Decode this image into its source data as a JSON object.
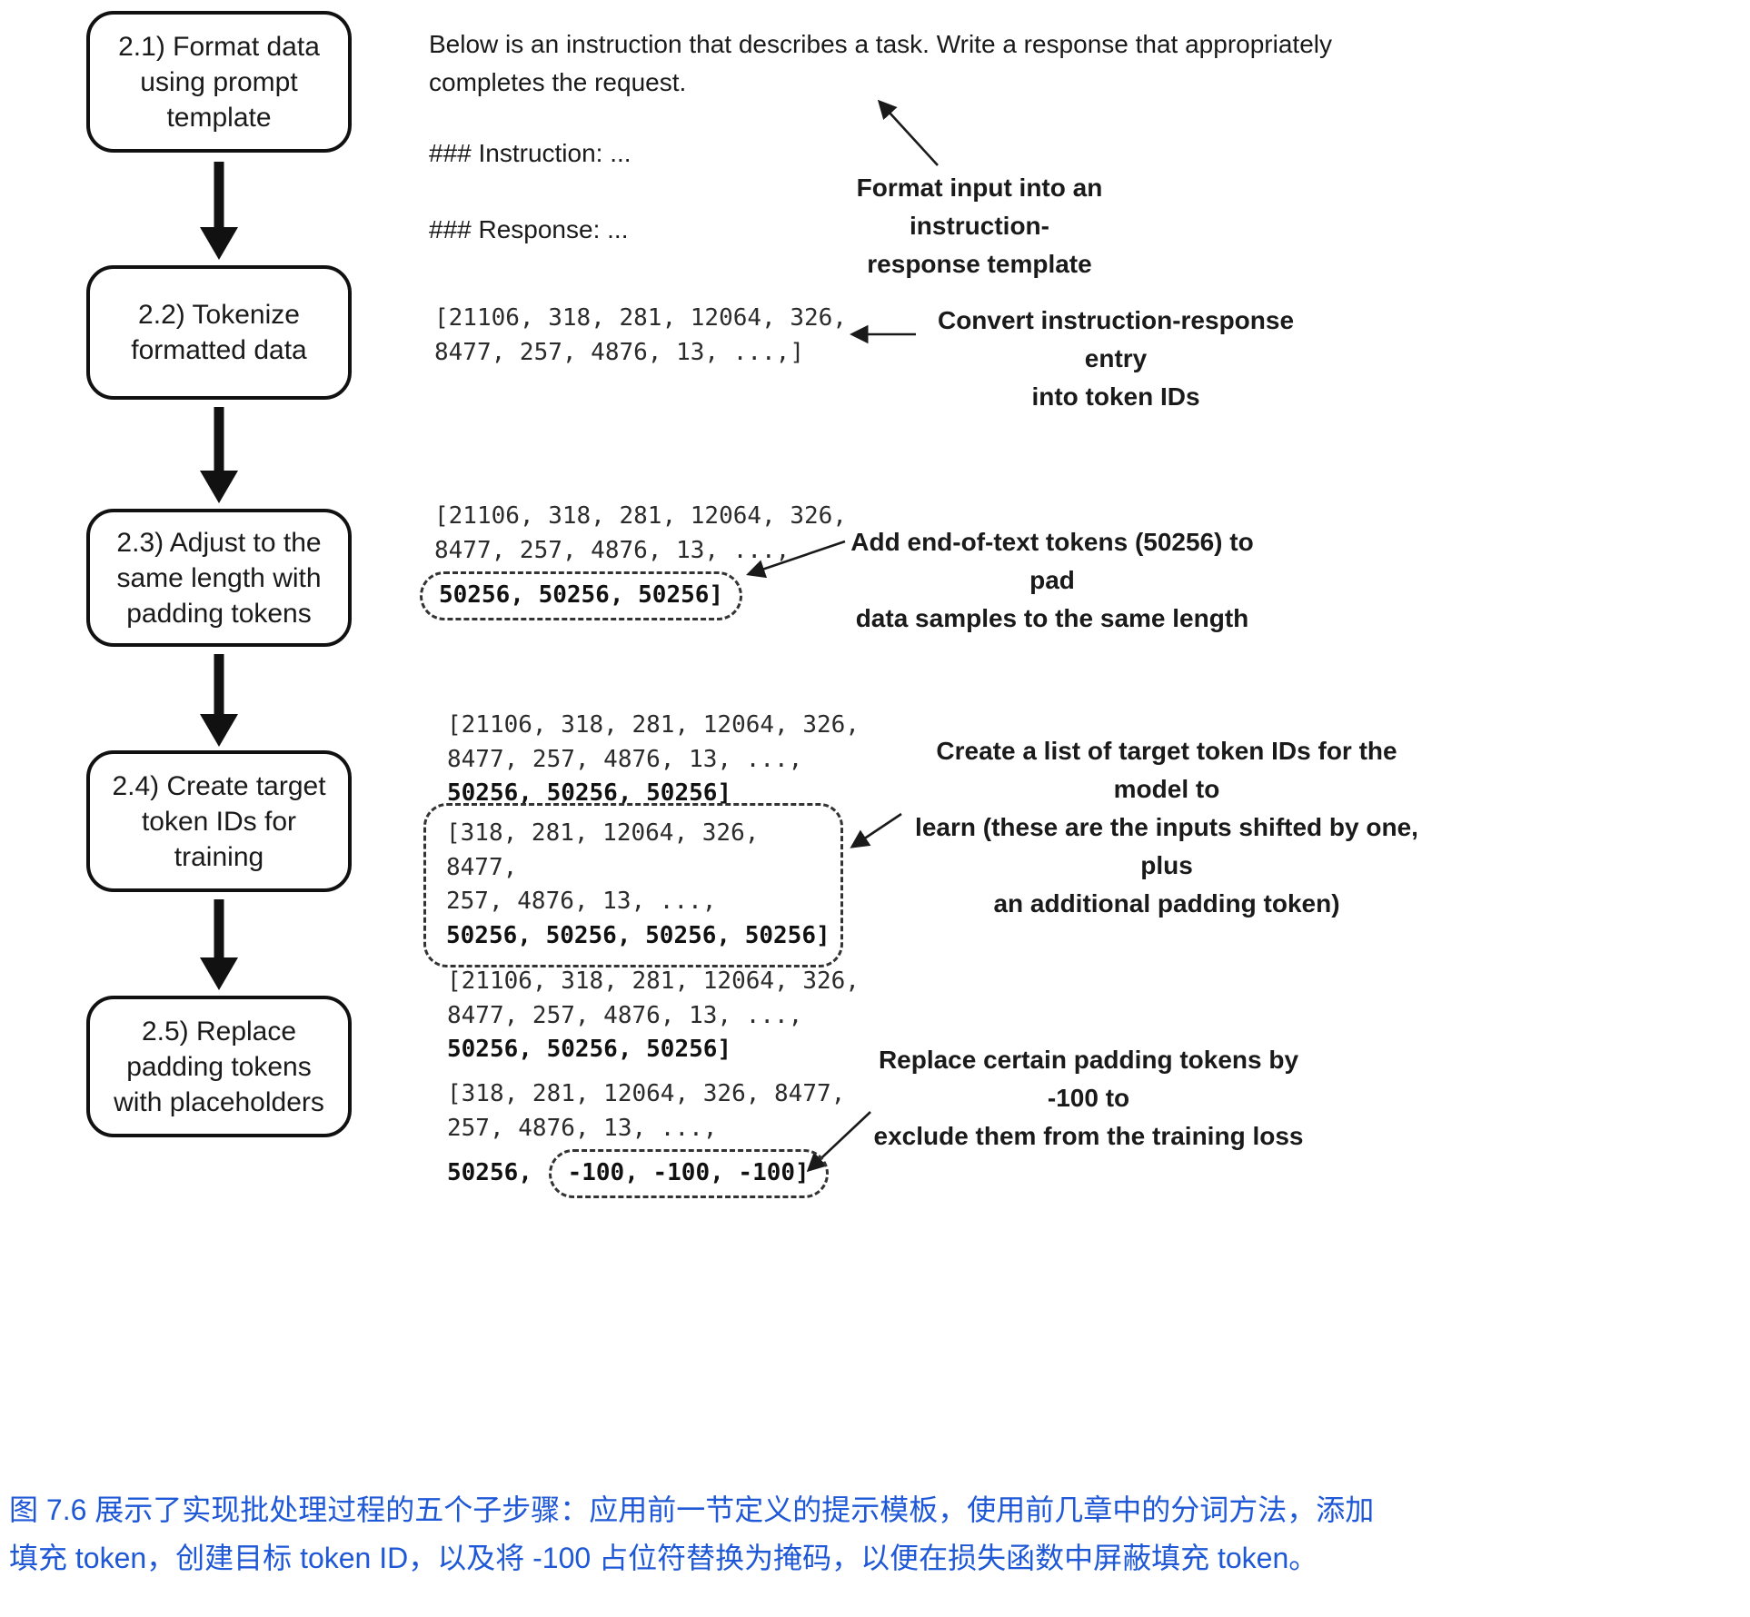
{
  "boxes": [
    {
      "label": "2.1) Format data\nusing prompt\ntemplate"
    },
    {
      "label": "2.2) Tokenize\nformatted data"
    },
    {
      "label": "2.3) Adjust to the\nsame length with\npadding tokens"
    },
    {
      "label": "2.4) Create target\ntoken IDs for\ntraining"
    },
    {
      "label": "2.5) Replace\npadding tokens\nwith placeholders"
    }
  ],
  "prompt": {
    "intro": "Below is an instruction that describes a task. Write a response that appropriately\ncompletes the request.",
    "instruction": "### Instruction: ...",
    "response": "### Response: ..."
  },
  "tokens": {
    "step22": "[21106, 318, 281, 12064, 326,\n8477, 257, 4876, 13, ...,]",
    "step23_plain": "[21106, 318, 281, 12064, 326,\n8477, 257, 4876, 13, ...,",
    "step23_padding": "50256, 50256, 50256]",
    "step24_input_plain": "[21106, 318, 281, 12064, 326,\n8477, 257, 4876, 13, ...,",
    "step24_input_padding": "50256, 50256, 50256]",
    "step24_target_plain": "[318, 281, 12064, 326, 8477,\n257, 4876, 13, ...,",
    "step24_target_padding": "50256, 50256, 50256, 50256]",
    "step25_input_plain": "[21106, 318, 281, 12064, 326,\n8477, 257, 4876, 13, ...,",
    "step25_input_padding": "50256, 50256, 50256]",
    "step25_target_plain": "[318, 281, 12064, 326, 8477,\n257, 4876, 13, ...,",
    "step25_target_first_pad": "50256,",
    "step25_target_masked": "-100, -100, -100]"
  },
  "annotations": [
    {
      "text": "Format input into an instruction-\nresponse template"
    },
    {
      "text": "Convert instruction-response entry\ninto token IDs"
    },
    {
      "text": "Add end-of-text tokens (50256) to pad\ndata samples to the same length"
    },
    {
      "text": "Create a list of target token IDs for the model to\nlearn (these are the inputs shifted by one, plus\nan additional padding token)"
    },
    {
      "text": "Replace certain padding tokens by -100 to\nexclude them from the training loss"
    }
  ],
  "caption": "图 7.6 展示了实现批处理过程的五个子步骤：应用前一节定义的提示模板，使用前几章中的分词方法，添加\n填充 token，创建目标 token ID，以及将 -100 占位符替换为掩码，以便在损失函数中屏蔽填充 token。",
  "colors": {
    "caption_blue": "#1f58d6",
    "ink": "#1a1a1a"
  }
}
